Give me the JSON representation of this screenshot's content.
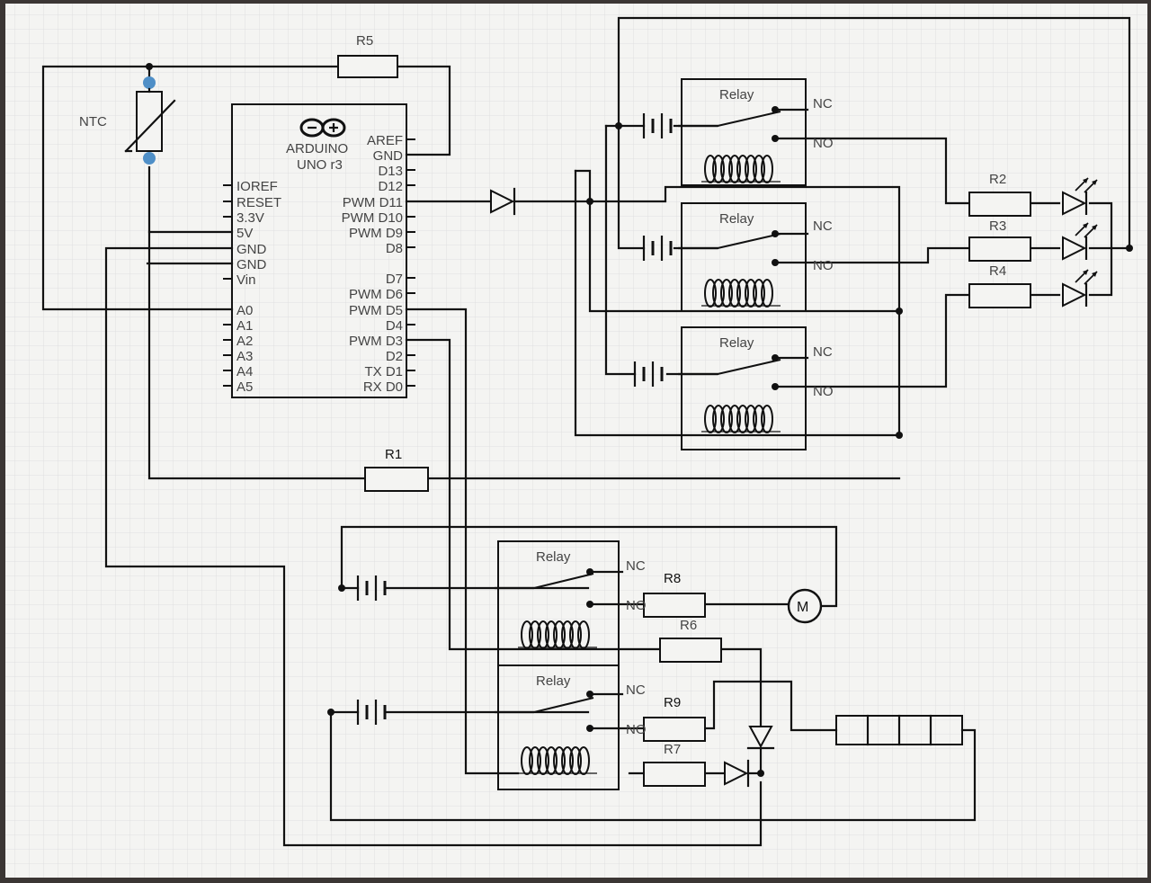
{
  "thermistor": {
    "label": "NTC",
    "accent": "#4f8fc7"
  },
  "arduino": {
    "name_line1": "ARDUINO",
    "name_line2": "UNO r3",
    "left_pins": [
      "IOREF",
      "RESET",
      "3.3V",
      "5V",
      "GND",
      "GND",
      "Vin",
      "A0",
      "A1",
      "A2",
      "A3",
      "A4",
      "A5"
    ],
    "right_pins": [
      "AREF",
      "GND",
      "D13",
      "D12",
      "PWM D11",
      "PWM D10",
      "PWM D9",
      "D8",
      "D7",
      "PWM D6",
      "PWM D5",
      "D4",
      "PWM D3",
      "D2",
      "TX D1",
      "RX D0"
    ]
  },
  "resistors": {
    "r1": "R1",
    "r2": "R2",
    "r3": "R3",
    "r4": "R4",
    "r5": "R5",
    "r6": "R6",
    "r7": "R7",
    "r8": "R8",
    "r9": "R9"
  },
  "relays": [
    {
      "title": "Relay",
      "nc": "NC",
      "no": "NO"
    },
    {
      "title": "Relay",
      "nc": "NC",
      "no": "NO"
    },
    {
      "title": "Relay",
      "nc": "NC",
      "no": "NO"
    },
    {
      "title": "Relay",
      "nc": "NC",
      "no": "NO"
    },
    {
      "title": "Relay",
      "nc": "NC",
      "no": "NO"
    }
  ],
  "motor": {
    "label": "M"
  },
  "colors": {
    "paper": "#f4f4f2",
    "grid": "#dcdcdc",
    "ink": "#111111",
    "border": "#3b3634"
  }
}
